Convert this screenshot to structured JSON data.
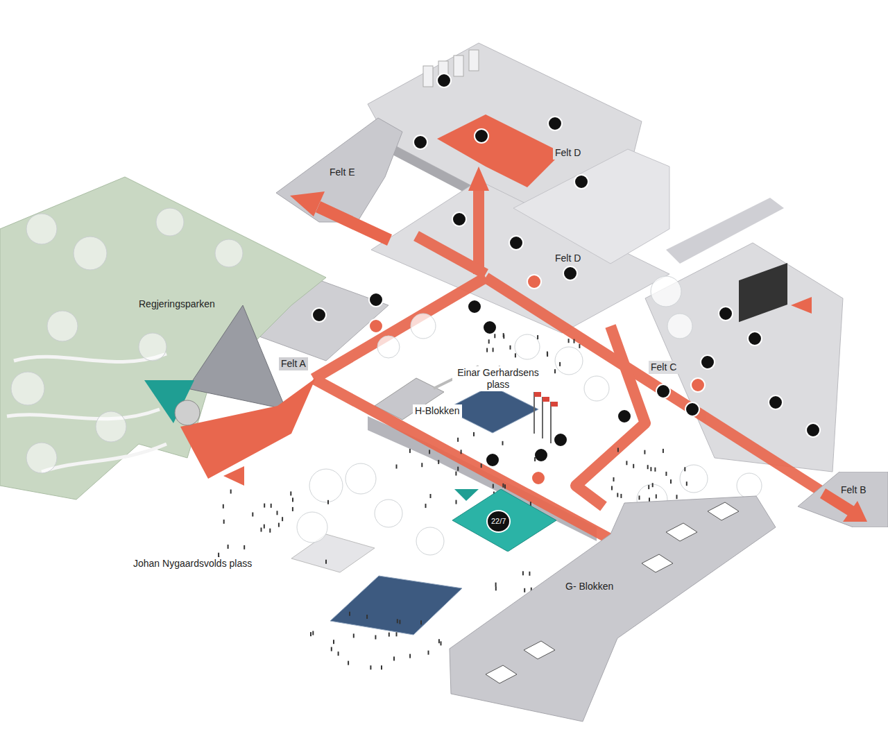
{
  "diagram": {
    "nodes": [
      {
        "text": [
          "Felt E"
        ]
      },
      {
        "text": [
          "Regjeringsparken"
        ]
      },
      {
        "text": [
          "22/7"
        ]
      },
      {
        "text": [
          "Felt B"
        ]
      },
      {
        "text": [
          "G- Blokken"
        ]
      }
    ],
    "labels": [
      "Felt D",
      "Felt D",
      "Felt A",
      "Einar Gerhardsens plass",
      "H-Blokken",
      "Felt C",
      "Johan Nygaardsvolds plass"
    ]
  }
}
